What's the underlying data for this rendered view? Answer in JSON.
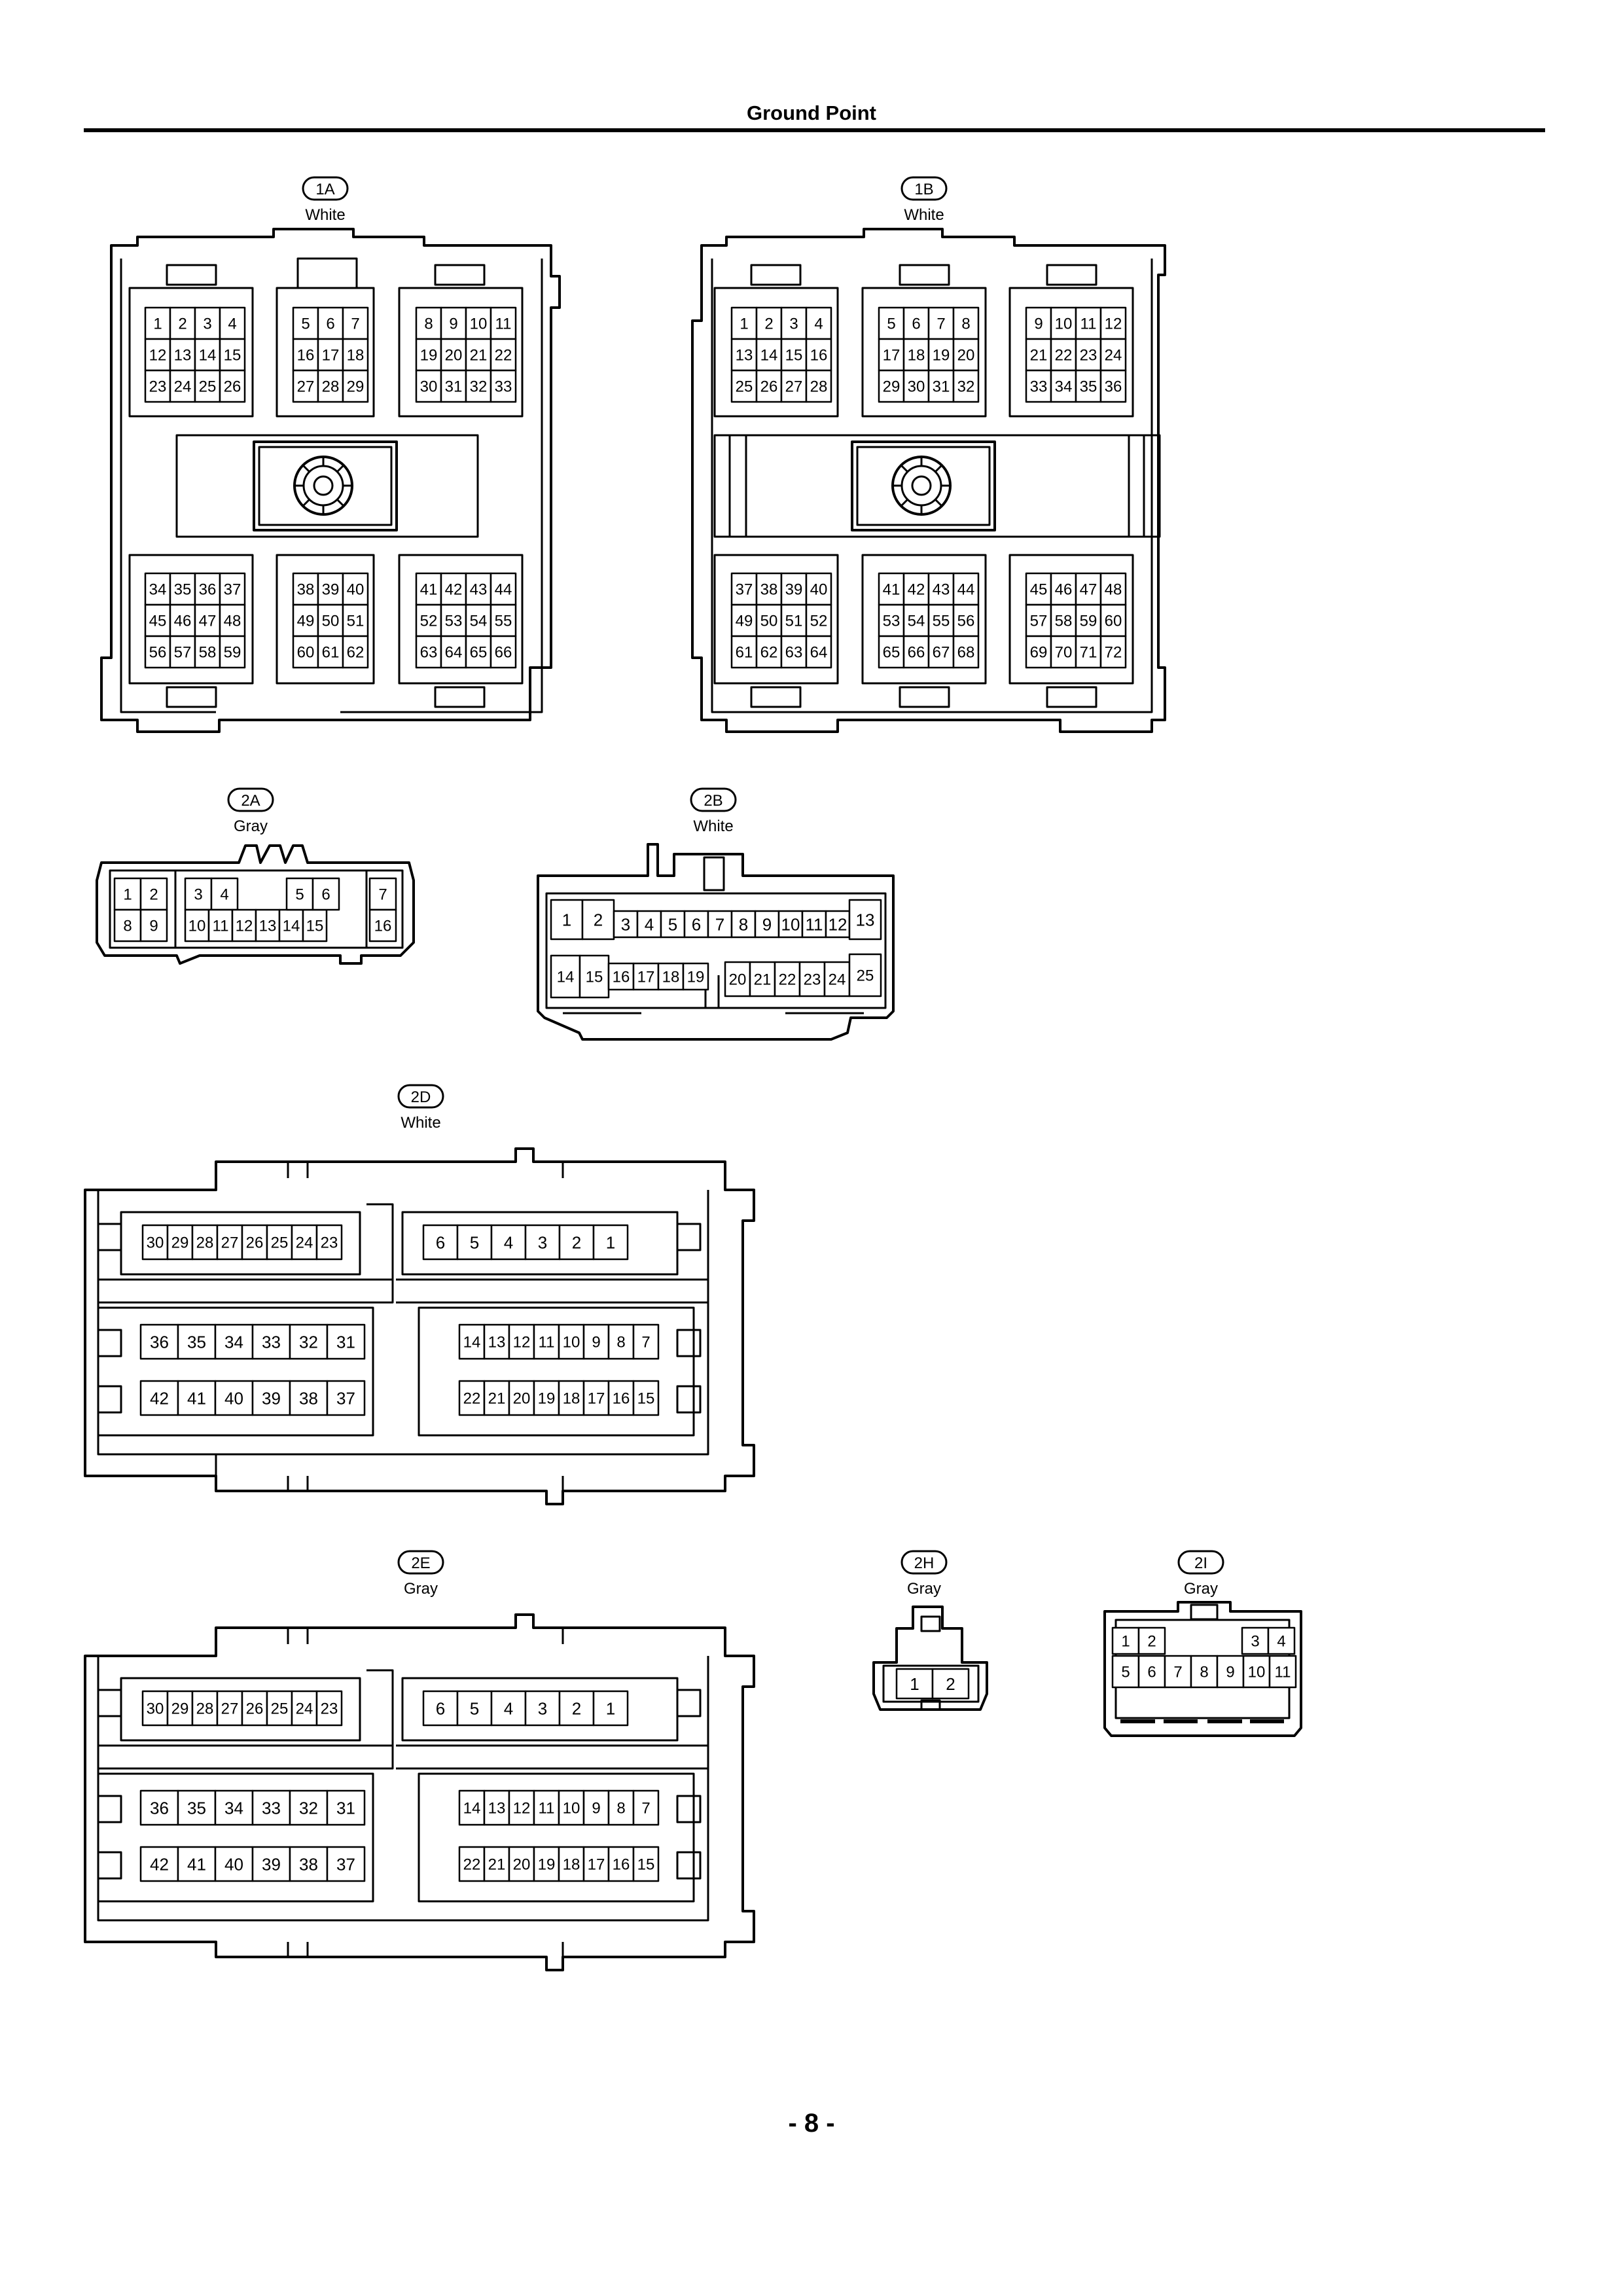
{
  "header": {
    "title": "Ground Point"
  },
  "footer": {
    "page_number": "- 8 -"
  },
  "connectors": [
    {
      "id": "1A",
      "color_label": "White",
      "pin_rows": [
        [
          "1",
          "2",
          "3",
          "4"
        ],
        [
          "12",
          "13",
          "14",
          "15"
        ],
        [
          "23",
          "24",
          "25",
          "26"
        ],
        [
          "5",
          "6",
          "7"
        ],
        [
          "16",
          "17",
          "18"
        ],
        [
          "27",
          "28",
          "29"
        ],
        [
          "8",
          "9",
          "10",
          "11"
        ],
        [
          "19",
          "20",
          "21",
          "22"
        ],
        [
          "30",
          "31",
          "32",
          "33"
        ],
        [
          "34",
          "35",
          "36",
          "37"
        ],
        [
          "45",
          "46",
          "47",
          "48"
        ],
        [
          "56",
          "57",
          "58",
          "59"
        ],
        [
          "38",
          "39",
          "40"
        ],
        [
          "49",
          "50",
          "51"
        ],
        [
          "60",
          "61",
          "62"
        ],
        [
          "41",
          "42",
          "43",
          "44"
        ],
        [
          "52",
          "53",
          "54",
          "55"
        ],
        [
          "63",
          "64",
          "65",
          "66"
        ]
      ]
    },
    {
      "id": "1B",
      "color_label": "White",
      "pin_rows": [
        [
          "1",
          "2",
          "3",
          "4"
        ],
        [
          "13",
          "14",
          "15",
          "16"
        ],
        [
          "25",
          "26",
          "27",
          "28"
        ],
        [
          "5",
          "6",
          "7",
          "8"
        ],
        [
          "17",
          "18",
          "19",
          "20"
        ],
        [
          "29",
          "30",
          "31",
          "32"
        ],
        [
          "9",
          "10",
          "11",
          "12"
        ],
        [
          "21",
          "22",
          "23",
          "24"
        ],
        [
          "33",
          "34",
          "35",
          "36"
        ],
        [
          "37",
          "38",
          "39",
          "40"
        ],
        [
          "49",
          "50",
          "51",
          "52"
        ],
        [
          "61",
          "62",
          "63",
          "64"
        ],
        [
          "41",
          "42",
          "43",
          "44"
        ],
        [
          "53",
          "54",
          "55",
          "56"
        ],
        [
          "65",
          "66",
          "67",
          "68"
        ],
        [
          "45",
          "46",
          "47",
          "48"
        ],
        [
          "57",
          "58",
          "59",
          "60"
        ],
        [
          "69",
          "70",
          "71",
          "72"
        ]
      ]
    },
    {
      "id": "2A",
      "color_label": "Gray",
      "pin_rows": [
        [
          "1",
          "2"
        ],
        [
          "8",
          "9"
        ],
        [
          "3",
          "4"
        ],
        [
          "10",
          "11",
          "12",
          "13",
          "14",
          "15"
        ],
        [
          "5",
          "6"
        ],
        [
          "7"
        ],
        [
          "16"
        ]
      ]
    },
    {
      "id": "2B",
      "color_label": "White",
      "pin_rows": [
        [
          "1",
          "2",
          "3",
          "4",
          "5",
          "6",
          "7",
          "8",
          "9",
          "10",
          "11",
          "12",
          "13"
        ],
        [
          "14",
          "15",
          "16",
          "17",
          "18",
          "19"
        ],
        [
          "20",
          "21",
          "22",
          "23",
          "24",
          "25"
        ]
      ]
    },
    {
      "id": "2D",
      "color_label": "White",
      "pin_rows": [
        [
          "30",
          "29",
          "28",
          "27",
          "26",
          "25",
          "24",
          "23"
        ],
        [
          "6",
          "5",
          "4",
          "3",
          "2",
          "1"
        ],
        [
          "36",
          "35",
          "34",
          "33",
          "32",
          "31"
        ],
        [
          "42",
          "41",
          "40",
          "39",
          "38",
          "37"
        ],
        [
          "14",
          "13",
          "12",
          "11",
          "10",
          "9",
          "8",
          "7"
        ],
        [
          "22",
          "21",
          "20",
          "19",
          "18",
          "17",
          "16",
          "15"
        ]
      ]
    },
    {
      "id": "2E",
      "color_label": "Gray",
      "pin_rows": [
        [
          "30",
          "29",
          "28",
          "27",
          "26",
          "25",
          "24",
          "23"
        ],
        [
          "6",
          "5",
          "4",
          "3",
          "2",
          "1"
        ],
        [
          "36",
          "35",
          "34",
          "33",
          "32",
          "31"
        ],
        [
          "42",
          "41",
          "40",
          "39",
          "38",
          "37"
        ],
        [
          "14",
          "13",
          "12",
          "11",
          "10",
          "9",
          "8",
          "7"
        ],
        [
          "22",
          "21",
          "20",
          "19",
          "18",
          "17",
          "16",
          "15"
        ]
      ]
    },
    {
      "id": "2H",
      "color_label": "Gray",
      "pin_rows": [
        [
          "1",
          "2"
        ]
      ]
    },
    {
      "id": "2I",
      "color_label": "Gray",
      "pin_rows": [
        [
          "1",
          "2"
        ],
        [
          "3",
          "4"
        ],
        [
          "5",
          "6",
          "7",
          "8",
          "9",
          "10",
          "11"
        ]
      ]
    }
  ]
}
